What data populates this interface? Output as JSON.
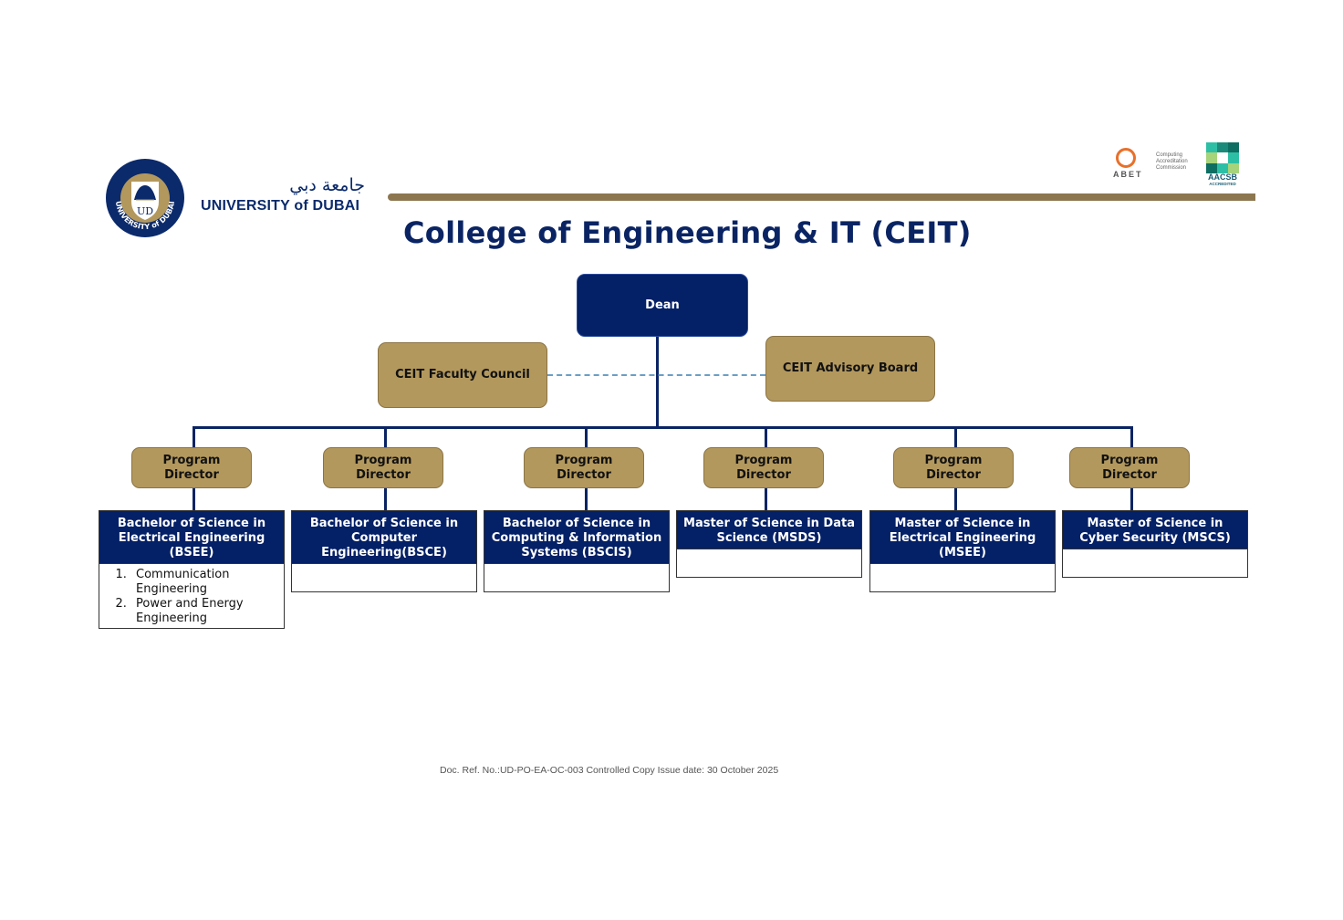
{
  "header": {
    "logo": {
      "arabic_name": "جامعة دبي",
      "english_name": "UNIVERSITY of DUBAI",
      "seal_initials": "UD",
      "seal_ring_text": "UNIVERSITY of DUBAI"
    },
    "accreditations": {
      "abet": {
        "name": "ABET",
        "line1": "Computing",
        "line2": "Accreditation",
        "line3": "Commission"
      },
      "aacsb": {
        "name": "AACSB",
        "tag": "ACCREDITED"
      }
    },
    "title": "College of Engineering & IT (CEIT)"
  },
  "org": {
    "dean": "Dean",
    "faculty_council": "CEIT Faculty Council",
    "advisory_board": "CEIT Advisory Board",
    "programs": [
      {
        "director": "Program Director",
        "name": "Bachelor of Science in Electrical Engineering (BSEE)",
        "tracks": [
          "Communication Engineering",
          "Power and Energy Engineering"
        ]
      },
      {
        "director": "Program Director",
        "name": "Bachelor of Science in Computer Engineering(BSCE)",
        "tracks": []
      },
      {
        "director": "Program Director",
        "name": "Bachelor of Science in Computing & Information Systems (BSCIS)",
        "tracks": []
      },
      {
        "director": "Program Director",
        "name": "Master of Science in Data Science (MSDS)",
        "tracks": []
      },
      {
        "director": "Program Director",
        "name": "Master of Science in Electrical Engineering (MSEE)",
        "tracks": []
      },
      {
        "director": "Program Director",
        "name": "Master of Science in Cyber Security (MSCS)",
        "tracks": []
      }
    ]
  },
  "colors": {
    "navy": "#042066",
    "gold": "#b3985d",
    "gold_bar": "#8c7650",
    "dashed_link": "#6b9ec4"
  },
  "footer": {
    "doc_ref": "Doc. Ref. No.:UD-PO-EA-OC-003 Controlled Copy Issue date: 30 October 2025"
  }
}
